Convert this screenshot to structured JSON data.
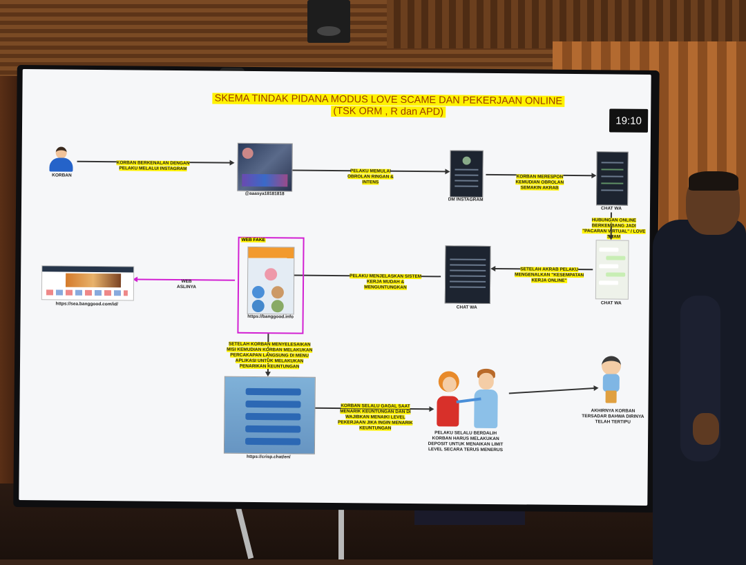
{
  "screen": {
    "title_line1": "SKEMA TINDAK PIDANA MODUS LOVE SCAME DAN PEKERJAAN ONLINE",
    "title_line2": "(TSK ORM , R dan  APD)",
    "time": "19:10",
    "nodes": {
      "korban": "KORBAN",
      "instagram_handle": "@aaasya18181818",
      "dm_instagram": "DM INSTAGRAM",
      "chat_wa_1": "CHAT WA",
      "chat_wa_2": "CHAT WA",
      "chat_wa_3": "CHAT WA",
      "web_fake": "WEB FAKE",
      "web_fake_url": "https://banggood.info",
      "web_asli_url": "https://sea.banggood.com/id/",
      "crisp_url": "https://crisp.chat/en/"
    },
    "steps": {
      "s1": "KORBAN BERKENALAN DENGAN PELAKU MELALUI INSTAGRAM",
      "s2": "PELAKU MEMULAI OBROLAN RINGAN & INTENS",
      "s3": "KORBAN MERESPON KEMUDIAN OBROLAN SEMAKIN AKRAB",
      "s4": "HUBUNGAN ONLINE BERKEMBANG JADI \"PACARAN VIRTUAL\" / LOVE SCAM",
      "s5": "SETELAH AKRAB PELAKU MENGENALKAN \"KESEMPATAN KERJA ONLINE\"",
      "s6": "PELAKU MENJELASKAN SISTEM KERJA MUDAH & MENGUNTUNGKAN",
      "s7": "WEB ASLINYA",
      "s8": "SETELAH KORBAN MENYELESAIKAN MISI KEMUDIAN KORBAN MELAKUKAN PERCAKAPAN LANGSUNG DI MENU APLIKASI UNTUK MELAKUKAN PENARIKAN KEUNTUNGAN",
      "s9": "KORBAN SELALU GAGAL SAAT MENARIK KEUNTUNGAN DAN DI WAJIBKAN MENAIKI LEVEL PEKERJAAN JIKA INGIN MENARIK KEUNTUNGAN",
      "s10": "PELAKU SELALU BERDALIH KORBAN HARUS MELAKUKAN DEPOSIT UNTUK MENAIKAN LIMIT LEVEL SECARA TERUS MENERUS",
      "s11": "AKHIRNYA KORBAN TERSADAR BAHWA DIRINYA TELAH TERTIPU"
    }
  },
  "colors": {
    "title_highlight": "#fff200",
    "title_text": "#9a3b00",
    "web_fake_border": "#d21fd2"
  }
}
